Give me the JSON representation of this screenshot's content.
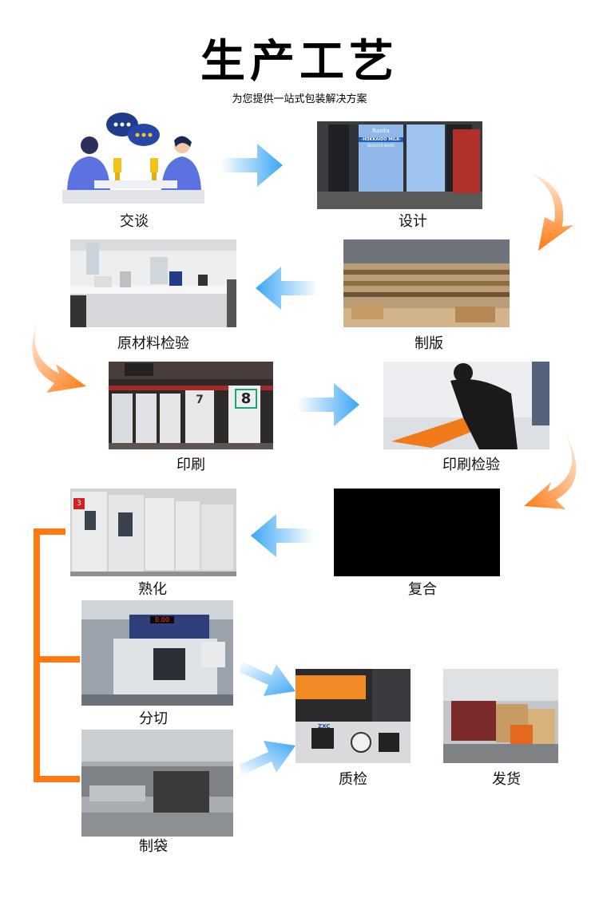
{
  "title": "生产工艺",
  "subtitle": "为您提供一站式包装解决方案",
  "steps": {
    "talk": "交谈",
    "design": "设计",
    "plate": "制版",
    "material_check": "原材料检验",
    "print": "印刷",
    "print_check": "印刷检验",
    "laminate": "复合",
    "curing": "熟化",
    "slitting": "分切",
    "bagging": "制袋",
    "quality_check": "质检",
    "shipping": "发货"
  },
  "design_screen": {
    "brand": "Rasita",
    "product": "-HOKKAIDO MILK-",
    "sub": "BOOSTER WHITE"
  },
  "print_units": [
    "7",
    "8"
  ],
  "curing_tag": "3",
  "slitter_display": "0.00",
  "tester_brand": "ZXC",
  "colors": {
    "orange": "#ff7a12",
    "blue": "#3aa6f5",
    "bracket": "#ff7a12"
  }
}
